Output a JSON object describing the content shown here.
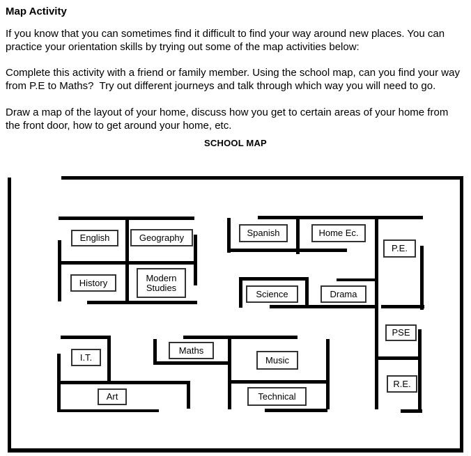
{
  "document": {
    "heading": "Map Activity",
    "para1": "If you know that you can sometimes find it difficult to find your way around new places. You can practice your orientation skills by trying out some of the map activities below:",
    "para2": "Complete this activity with a friend or family member. Using the school map, can you find your way from P.E to Maths?  Try out different journeys and talk through which way you will need to go.",
    "para3": "Draw a map of the layout of your home, discuss how you get to certain areas of your home from the front door, how to get around your home, etc.",
    "map_title": "SCHOOL MAP"
  },
  "map": {
    "rooms": {
      "english": "English",
      "geography": "Geography",
      "history": "History",
      "modern_studies": "Modern Studies",
      "spanish": "Spanish",
      "home_ec": "Home Ec.",
      "pe": "P.E.",
      "science": "Science",
      "drama": "Drama",
      "pse": "PSE",
      "re": "R.E.",
      "maths": "Maths",
      "music": "Music",
      "technical": "Technical",
      "it": "I.T.",
      "art": "Art"
    }
  }
}
